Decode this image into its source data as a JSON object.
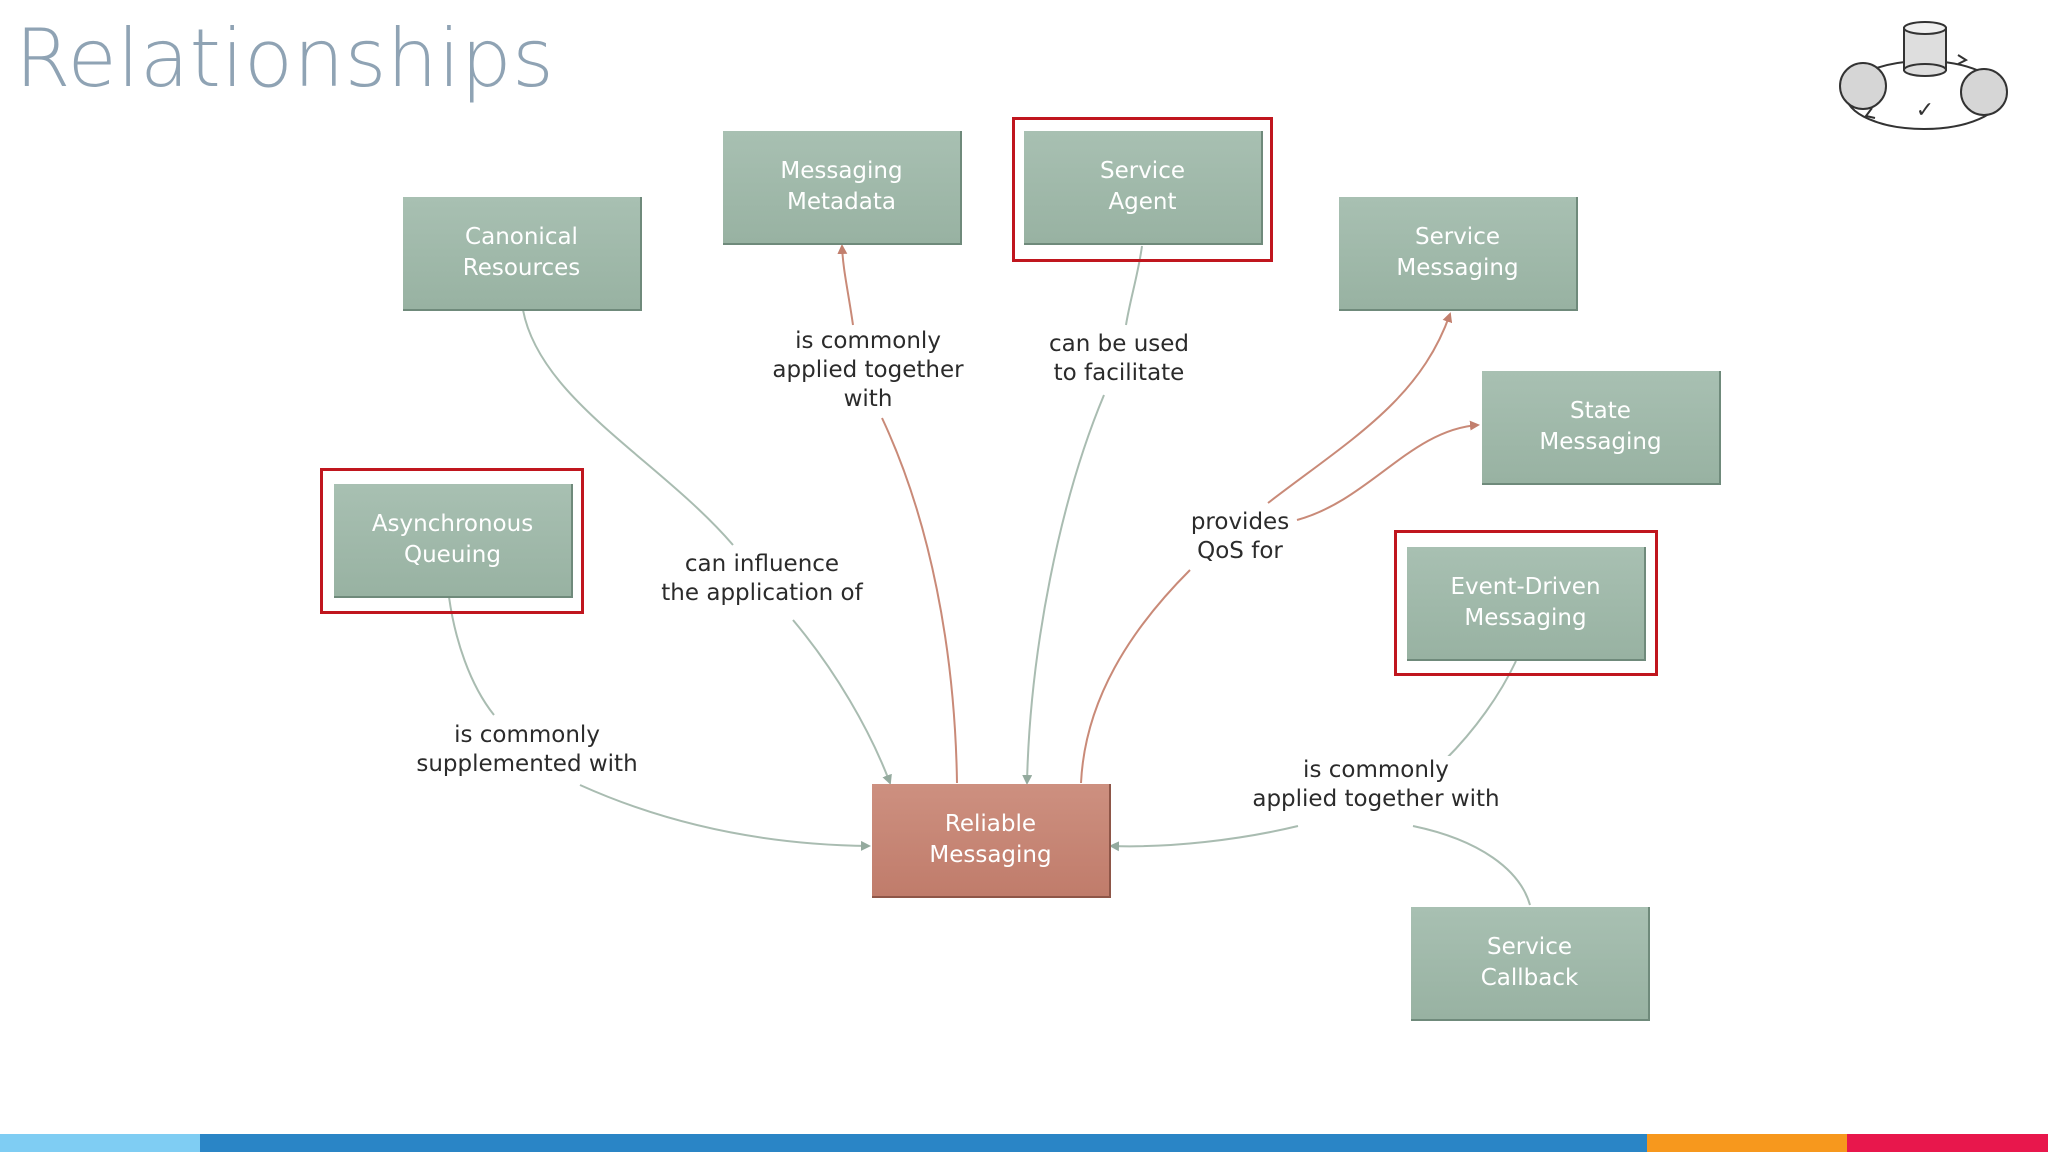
{
  "slide": {
    "title": "Relationships"
  },
  "diagram": {
    "center": {
      "label": "Reliable\nMessaging"
    },
    "nodes": {
      "canonical_resources": "Canonical\nResources",
      "messaging_metadata": "Messaging\nMetadata",
      "service_agent": "Service\nAgent",
      "service_messaging": "Service\nMessaging",
      "state_messaging": "State\nMessaging",
      "asynchronous_queuing": "Asynchronous\nQueuing",
      "event_driven_messaging": "Event-Driven\nMessaging",
      "service_callback": "Service\nCallback"
    },
    "edge_labels": {
      "commonly_applied_together_with": "is commonly\napplied together\nwith",
      "can_be_used_to_facilitate": "can be used\nto facilitate",
      "can_influence": "can influence\nthe application of",
      "provides_qos_for": "provides\nQoS for",
      "commonly_supplemented_with": "is commonly\nsupplemented with",
      "commonly_applied_together_with_2": "is commonly\napplied together with"
    },
    "colors": {
      "node": "#a3bbad",
      "center_node": "#c78676",
      "highlight": "#c0161e",
      "edge_green": "#9fb5a8",
      "edge_red": "#c98a78"
    }
  },
  "logo": {
    "icon": "database-cycle-icon",
    "check": "✓"
  },
  "footer": {
    "bar_colors": [
      "#7fcdf3",
      "#2a85c6",
      "#f7981d",
      "#e8174c"
    ]
  }
}
